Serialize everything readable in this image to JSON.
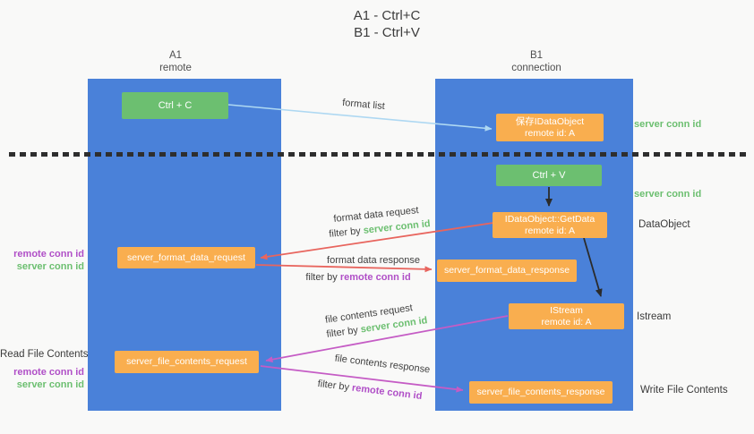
{
  "title": {
    "line1": "A1 - Ctrl+C",
    "line2": "B1 - Ctrl+V"
  },
  "lanes": {
    "a1": {
      "name": "A1",
      "role": "remote"
    },
    "b1": {
      "name": "B1",
      "role": "connection"
    }
  },
  "nodes": {
    "ctrl_c": {
      "label": "Ctrl + C"
    },
    "ctrl_v": {
      "label": "Ctrl + V"
    },
    "save_dataobject": {
      "line1": "保存IDataObject",
      "line2": "remote id: A"
    },
    "getdata": {
      "line1": "IDataObject::GetData",
      "line2": "remote id: A"
    },
    "istream": {
      "line1": "IStream",
      "line2": "remote id: A"
    },
    "format_request": {
      "label": "server_format_data_request"
    },
    "format_response": {
      "label": "server_format_data_response"
    },
    "file_request": {
      "label": "server_file_contents_request"
    },
    "file_response": {
      "label": "server_file_contents_response"
    }
  },
  "edge_labels": {
    "format_list": "format list",
    "format_data_request": "format data request",
    "format_data_response": "format data response",
    "file_contents_request": "file contents request",
    "file_contents_response": "file contents response",
    "filter_by": "filter by ",
    "server_conn_id": "server conn id",
    "remote_conn_id": "remote conn id"
  },
  "side_labels": {
    "server_conn_id": "server conn id",
    "remote_conn_id": "remote conn id",
    "dataobject": "DataObject",
    "istream": "Istream",
    "read_file_contents": "Read File Contents",
    "write_file_contents": "Write File Contents"
  },
  "colors": {
    "lane_blue": "#4a81d9",
    "box_green": "#6cbf70",
    "box_orange": "#f9ae4f",
    "arrow_red": "#e8655e",
    "arrow_magenta": "#c55cc5",
    "arrow_lightblue": "#aed8f2",
    "arrow_black": "#2b2b2b",
    "text_green": "#6cbf70",
    "text_purple": "#b04fc7",
    "text_dark": "#3c3c3c",
    "background": "#f9f9f8"
  }
}
